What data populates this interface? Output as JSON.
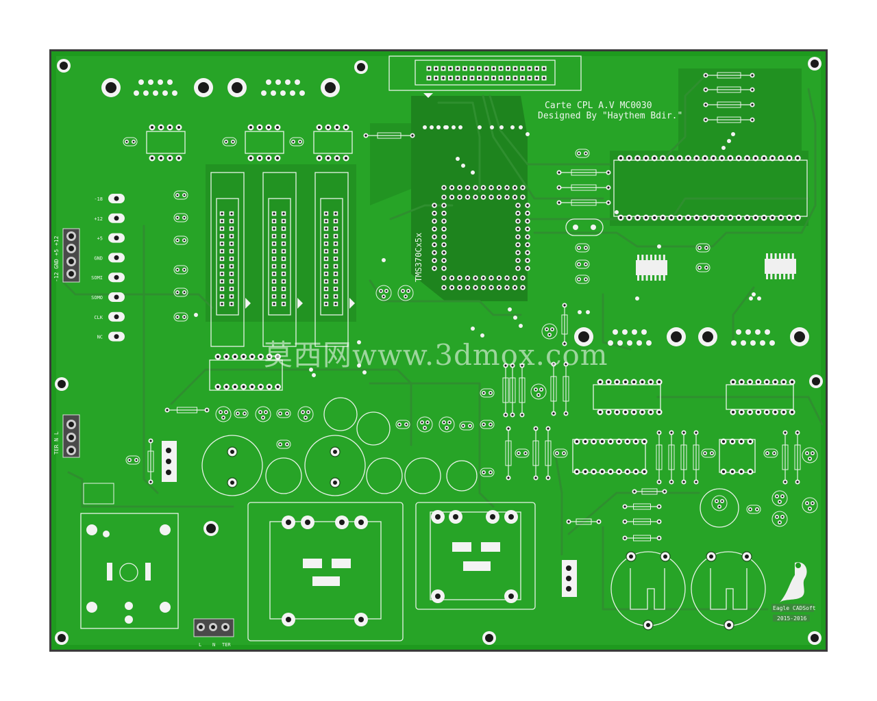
{
  "board": {
    "substrate_color": "#1e9a1e",
    "copper_pour_color": "#2aa82a",
    "edge_color": "#3a3a3a",
    "silkscreen_color": "#f0f0f0"
  },
  "title": {
    "line1": "Carte CPL A.V MC0030",
    "line2": "Designed By \"Haythem Bdir.\""
  },
  "chip_label": "TMS370Cx5x",
  "power_labels": [
    "-18",
    "+12",
    "+5",
    "GND",
    "SOMI",
    "SOMO",
    "CLK",
    "NC"
  ],
  "connector_left_top": "-12 GND +5 +12",
  "connector_left_mid": "TER N L",
  "connector_bottom": [
    "L",
    "N",
    "TER"
  ],
  "logo": {
    "text": "Eagle CADSoft",
    "years": "2015-2016"
  },
  "watermark": "莫西网www.3dmox.com",
  "icons": [
    "eagle-logo-icon",
    "mounting-hole-icon"
  ]
}
